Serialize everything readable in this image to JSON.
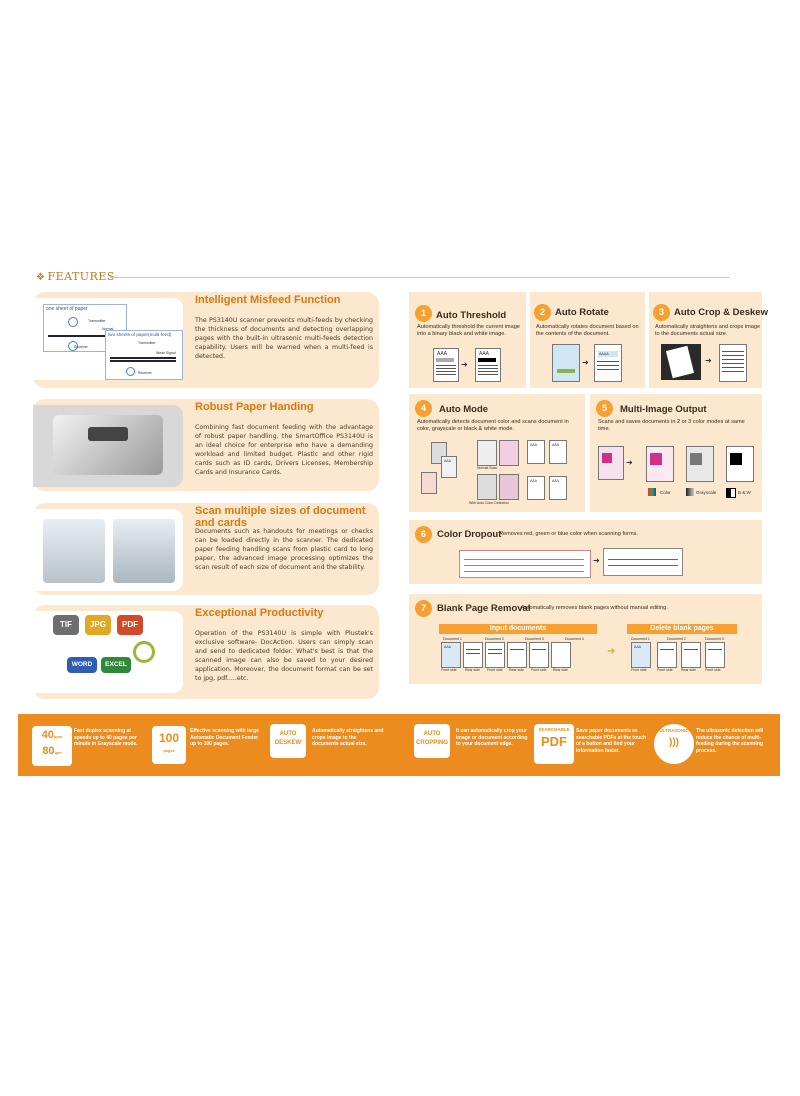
{
  "header": {
    "diamond": "❖",
    "title": "FEATURES"
  },
  "left_features": [
    {
      "title": "Intelligent Misfeed Function",
      "text": "The PS3140U scanner prevents multi-feeds by checking the thickness of documents and detecting overlapping pages with the built-in ultrasonic multi-feeds detection capability. Users will be warned when a multi-feed is detected."
    },
    {
      "title": "Robust Paper Handing",
      "text": "Combining fast document feeding with the advantage of robust paper handling, the SmartOffice PS3140U is an ideal choice for enterprise who have a demanding workload and limited budget. Plastic and other rigid cards such as ID cards, Drivers Licenses, Membership Cards and Insurance Cards."
    },
    {
      "title": "Scan multiple sizes of document and cards",
      "text": "Documents such as handouts for meetings or checks can be loaded directly in the scanner. The dedicated paper feeding handling scans from plastic card to long paper, the advanced image processing optimizes the scan result of each size of document and the stability."
    },
    {
      "title": "Exceptional Productivity",
      "text": "Operation of the PS3140U is simple with Plustek's exclusive software- DocAction. Users can simply scan and send to dedicated folder. What's best is that the scanned image can also be saved to your desired application. Moreover, the document format can be set to jpg, pdf.....etc."
    }
  ],
  "misfeed_diagram": {
    "one_sheet": "one sheet of paper",
    "two_sheets": "two sheets of paper(multi-feed)",
    "transmitter": "Transmitter",
    "normal": "Normal",
    "weak_signal": "Weak Signal",
    "receiver": "Receiver"
  },
  "formats": [
    "TIF",
    "JPG",
    "PDF",
    "WORD",
    "EXCEL"
  ],
  "right_features": {
    "auto_threshold": {
      "num": "1",
      "title": "Auto Threshold",
      "desc": "Automatically threshold the current image into a binary black and white image.",
      "doc_label": "AAA"
    },
    "auto_rotate": {
      "num": "2",
      "title": "Auto Rotate",
      "desc": "Automatically rotates document based on the contents of the document.",
      "doc_label": "AAAA"
    },
    "auto_crop": {
      "num": "3",
      "title": "Auto Crop & Deskew",
      "desc": "Automatically straightens and crops image to the documents actual size."
    },
    "auto_mode": {
      "num": "4",
      "title": "Auto Mode",
      "desc": "Automatically detects document color and scans document in color, grayscale or black & white mode.",
      "doc_label": "AAA",
      "label_scan": "Normal Scan",
      "label_detect": "With Auto Color Detection"
    },
    "multi_image": {
      "num": "5",
      "title": "Multi-Image Output",
      "desc": "Scans and saves documents in 2 or 3 color modes at same time.",
      "legend": [
        "Color",
        "Grayscale",
        "B & W"
      ]
    },
    "color_dropout": {
      "num": "6",
      "title": "Color Dropout",
      "desc": "Removes red, green or blue color when scanning forms."
    },
    "blank_page": {
      "num": "7",
      "title": "Blank Page Removal",
      "desc": "Automatically removes blank pages without manual editing.",
      "input_header": "Input documents",
      "delete_header": "Delete blank pages",
      "input_docs": [
        "Document 1",
        "Document 2",
        "Document 3",
        "Document 4"
      ],
      "input_sides": [
        "Front side",
        "Rear side",
        "Front side",
        "Rear side",
        "Front side",
        "Rear side"
      ],
      "output_docs": [
        "Document 1",
        "Document 2",
        "Document 3"
      ],
      "output_sides": [
        "Front side",
        "Front side",
        "Rear side",
        "Front side"
      ],
      "doc_label": "AAA"
    }
  },
  "bottom_strip": [
    {
      "icon_top": "40",
      "icon_unit_top": "ppm",
      "icon_bottom": "80",
      "icon_unit_bottom": "ipm",
      "text": "Fast duplex scanning at speeds up to 40 pages per minute in Grayscale mode."
    },
    {
      "icon": "100",
      "icon_sub": "pages",
      "text": "Effective scanning with large Automatic Document Feeder up to 100 pages."
    },
    {
      "icon": "AUTO DESKEW",
      "text": "Automatically straightens and crops image to the documents actual size."
    },
    {
      "icon": "AUTO CROPPING",
      "text": "It can automatically crop your image or document according to your document edge."
    },
    {
      "icon_top": "SEARCHABLE",
      "icon": "PDF",
      "text": "Save paper documents as searchable PDFs at the touch of a button and find your information faster."
    },
    {
      "icon": "ULTRASONIC",
      "text": "The ultrasonic detection will reduce the chance of multi-feeding during the scanning process."
    }
  ],
  "colors": {
    "accent": "#ec8c1e",
    "card": "#fbe8cf",
    "title": "#d9780f"
  }
}
